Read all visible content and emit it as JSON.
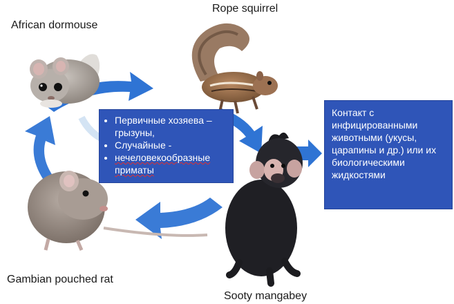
{
  "labels": {
    "african_dormouse": "African dormouse",
    "rope_squirrel": "Rope squirrel",
    "gambian_pouched_rat": "Gambian pouched rat",
    "sooty_mangabey": "Sooty mangabey"
  },
  "hosts_box": {
    "items": [
      "Первичные хозяева – грызуны,",
      "Случайные -",
      "нечеловекообразные приматы"
    ]
  },
  "contact_box": {
    "text": "Контакт с инфицированными животными (укусы, царапины и др.) или их биологическими жидкостями"
  },
  "colors": {
    "arrow_blue": "#2f74d4",
    "box_blue": "#2f55b8",
    "box_text": "#ffffff"
  },
  "illustrations": [
    "dormouse-illustration",
    "squirrel-illustration",
    "rat-illustration",
    "mangabey-illustration"
  ]
}
